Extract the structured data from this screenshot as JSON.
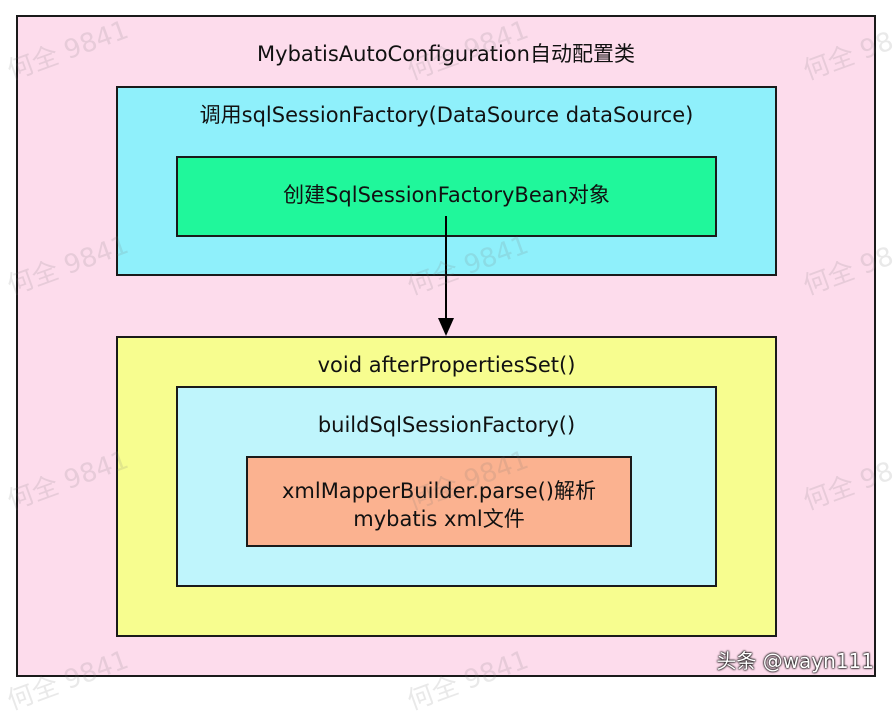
{
  "colors": {
    "outer_bg": "#fddcec",
    "cyan_bg": "#8ff0fb",
    "green_bg": "#20f79b",
    "yellow_bg": "#f7fd8f",
    "light_cyan_bg": "#bff5fc",
    "orange_bg": "#fbb290",
    "border": "#1a1a1a"
  },
  "outer": {
    "label": "MybatisAutoConfiguration自动配置类"
  },
  "call_box": {
    "label": "调用sqlSessionFactory(DataSource dataSource)"
  },
  "create_box": {
    "label": "创建SqlSessionFactoryBean对象"
  },
  "after_box": {
    "label": "void afterPropertiesSet()"
  },
  "build_box": {
    "label": "buildSqlSessionFactory()"
  },
  "parse_box": {
    "line1": "xmlMapperBuilder.parse()解析",
    "line2": "mybatis xml文件"
  },
  "watermark": {
    "text": "何全 9841"
  },
  "attribution": {
    "text": "头条 @wayn111"
  }
}
